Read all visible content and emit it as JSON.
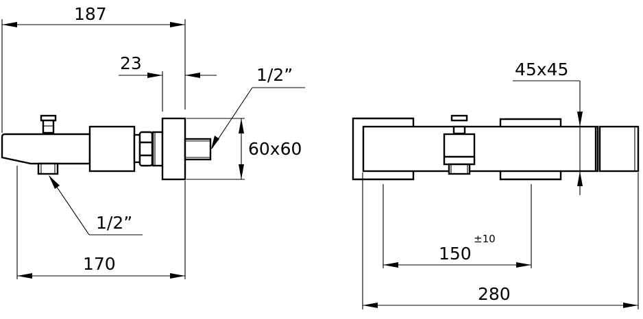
{
  "drawing": {
    "title": "Thermostatic bath mixer dimension drawing",
    "line_color": "#000000",
    "background": "#ffffff"
  },
  "side_view": {
    "dim_overall_length": "187",
    "dim_flange_depth": "23",
    "dim_flange_size": "60x60",
    "dim_inlet_thread": "1/2”",
    "dim_outlet_thread": "1/2”",
    "dim_spout_projection": "170"
  },
  "front_view": {
    "dim_body_section": "45x45",
    "dim_centers": "150",
    "dim_centers_tolerance": "±10",
    "dim_overall_width": "280"
  }
}
